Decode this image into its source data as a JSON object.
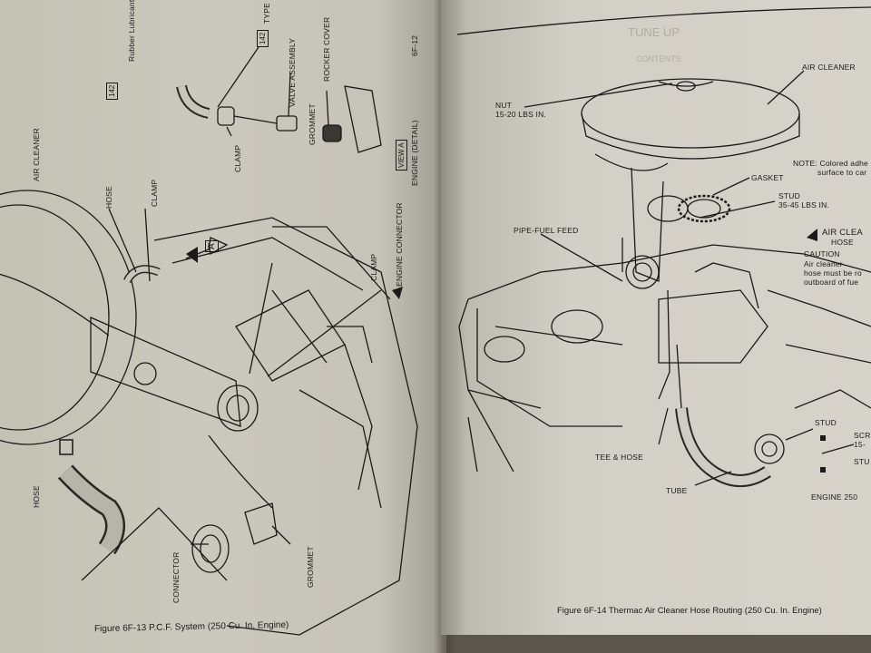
{
  "left_page": {
    "caption": "Figure 6F-13 P.C.F. System (250 Cu. In. Engine)",
    "page_number": "6F-12",
    "callouts": {
      "rubber_lubricant": "Rubber Lubricant",
      "ref_142_a": "142",
      "ref_142_b": "142",
      "type_hose": "TYPE HOSE",
      "valve_assembly": "VALVE ASSEMBLY",
      "rocker_cover": "ROCKER COVER",
      "grommet_top": "GROMMET",
      "clamp_top": "CLAMP",
      "view_a": "VIEW A",
      "engine_detail": "ENGINE (DETAIL)",
      "air_cleaner": "AIR CLEANER",
      "hose_top": "HOSE",
      "clamp_mid": "CLAMP",
      "view_marker": "A",
      "clamp_right": "CLAMP",
      "engine_connector": "ENGINE CONNECTOR",
      "hose_bottom": "HOSE",
      "connector": "CONNECTOR",
      "grommet_bottom": "GROMMET"
    }
  },
  "right_page": {
    "caption": "Figure 6F-14 Thermac Air Cleaner Hose Routing (250 Cu. In. Engine)",
    "bleed_through_title": "TUNE UP",
    "bleed_through_contents": "CONTENTS",
    "callouts": {
      "nut": "NUT",
      "nut_torque": "15-20 LBS IN.",
      "air_cleaner": "AIR CLEANER",
      "gasket": "GASKET",
      "note": "NOTE: Colored adhe",
      "note_2": "surface to car",
      "stud": "STUD",
      "stud_torque": "35-45 LBS IN.",
      "pipe_fuel_feed": "PIPE-FUEL FEED",
      "air_clea": "AIR CLEA",
      "hose": "HOSE",
      "caution": "CAUTION",
      "caution_1": "Air cleaner",
      "caution_2": "hose must be ro",
      "caution_3": "outboard of fue",
      "stud_lower": "STUD",
      "scr": "SCR",
      "scr_torque": "15-",
      "stu": "STU",
      "tee_hose": "TEE & HOSE",
      "tube": "TUBE",
      "engine_250": "ENGINE 250"
    }
  },
  "colors": {
    "ink": "#1b1a18",
    "paper_left": "#c8c5ba",
    "paper_right": "#d4d1c8"
  }
}
